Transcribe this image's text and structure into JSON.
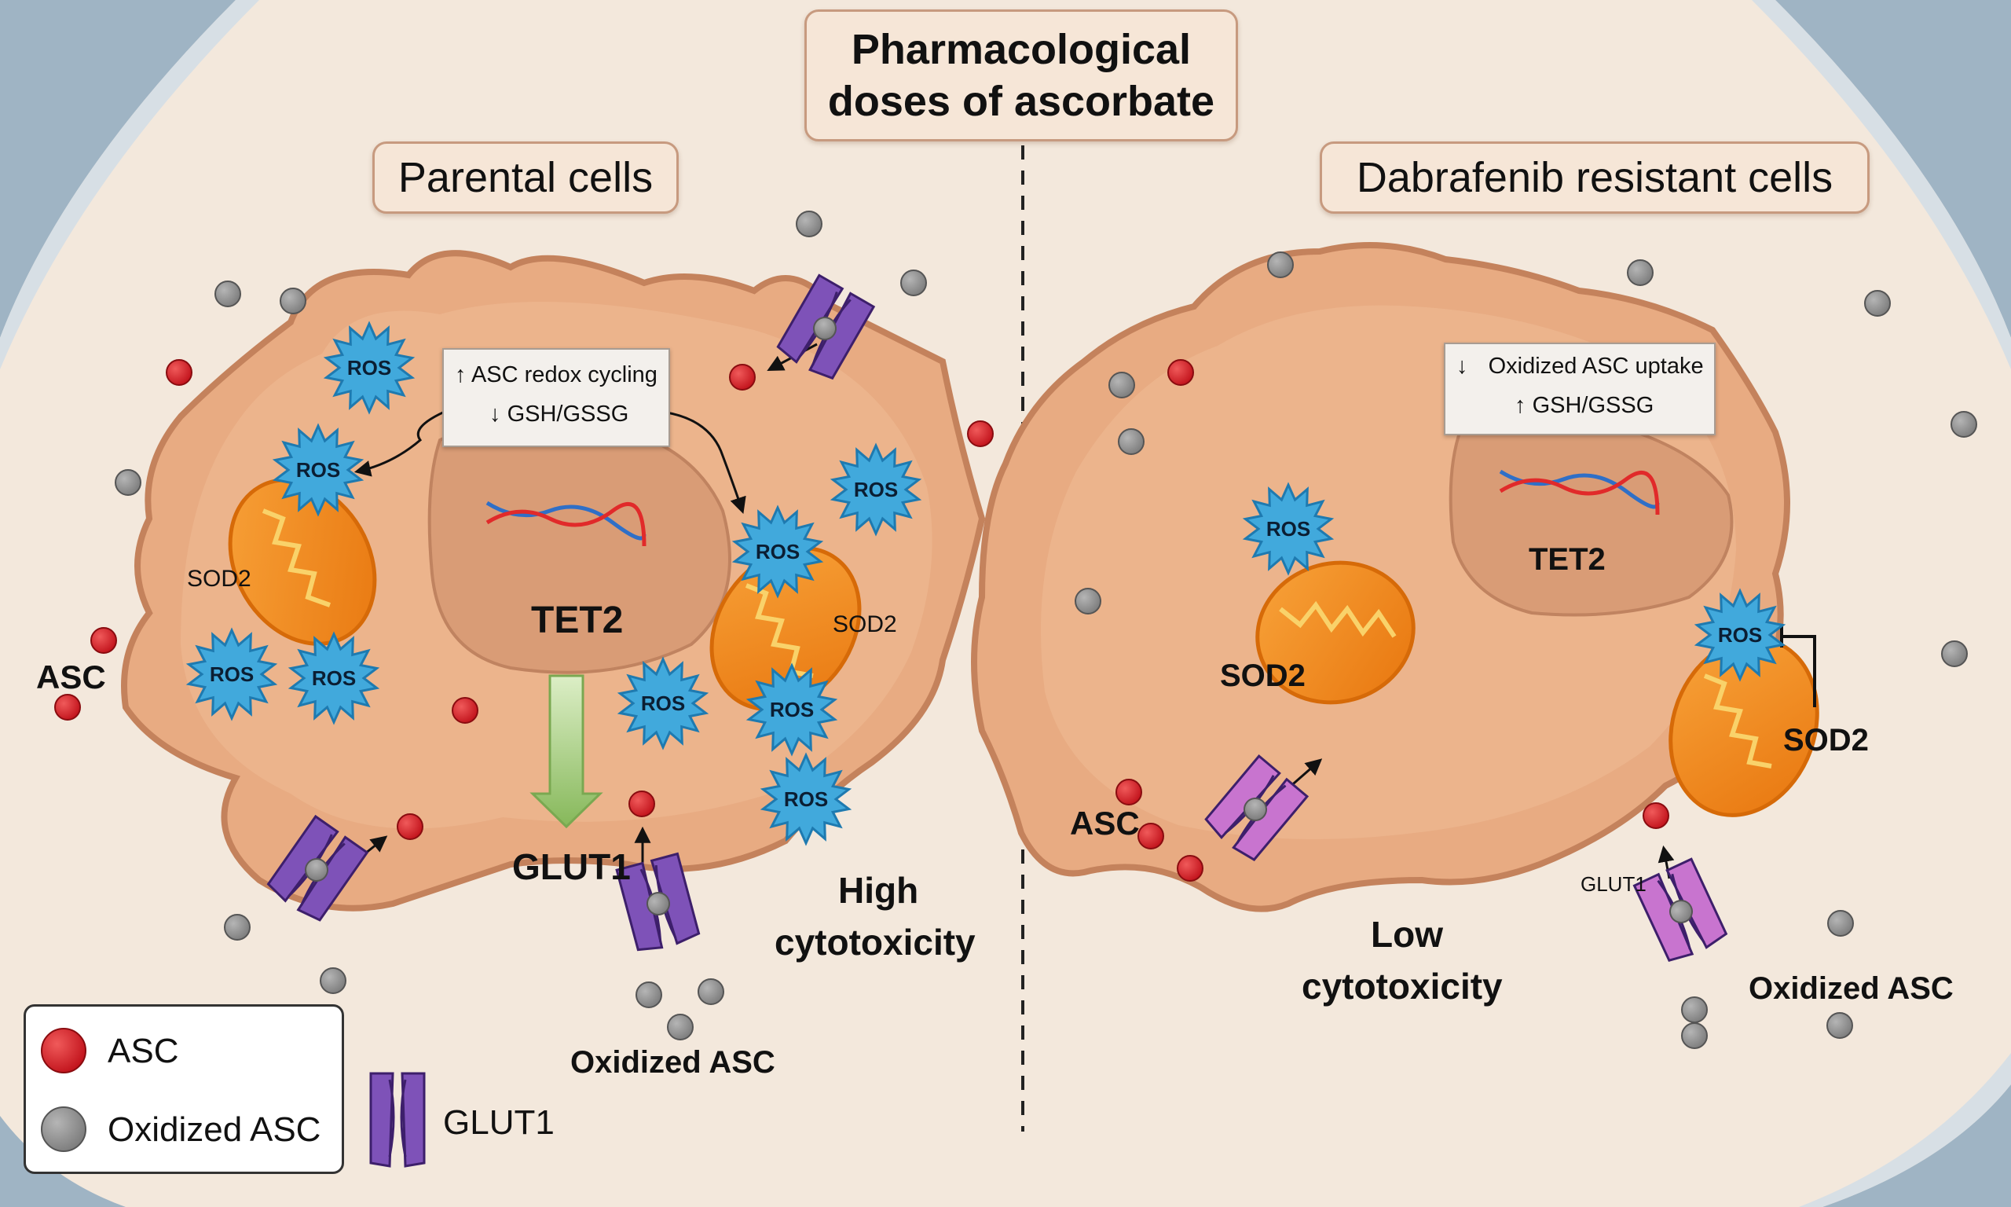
{
  "title": {
    "line1": "Pharmacological",
    "line2": "doses of ascorbate"
  },
  "left_panel": {
    "title": "Parental cells",
    "info_line1": "ASC redox cycling",
    "info_line2": "GSH/GSSG",
    "ros_label": "ROS",
    "tet2_label": "TET2",
    "sod2_label": "SOD2",
    "asc_label": "ASC",
    "glut1_label": "GLUT1",
    "oxidized_label": "Oxidized ASC",
    "outcome_line1": "High",
    "outcome_line2": "cytotoxicity"
  },
  "right_panel": {
    "title": "Dabrafenib resistant cells",
    "info_line1": "Oxidized ASC uptake",
    "info_line2": "GSH/GSSG",
    "ros_label": "ROS",
    "tet2_label": "TET2",
    "sod2_label": "SOD2",
    "asc_label": "ASC",
    "glut1_label": "GLUT1",
    "oxidized_label": "Oxidized ASC",
    "outcome_line1": "Low",
    "outcome_line2": "cytotoxicity"
  },
  "legend": {
    "asc": "ASC",
    "oxidized_asc": "Oxidized ASC",
    "glut1": "GLUT1"
  },
  "colors": {
    "background": "#f3e8dc",
    "cell_body": "#e8ab82",
    "cell_border": "#c4825c",
    "nucleus": "#d99c76",
    "ros": "#41a9dc",
    "mitochondria": "#f08a1c",
    "asc": "#d71f27",
    "oxidized_asc": "#8e8e8e",
    "glut1_parental": "#7e52b8",
    "glut1_resistant": "#c874cf",
    "arrow_green": "#8fbf64"
  }
}
